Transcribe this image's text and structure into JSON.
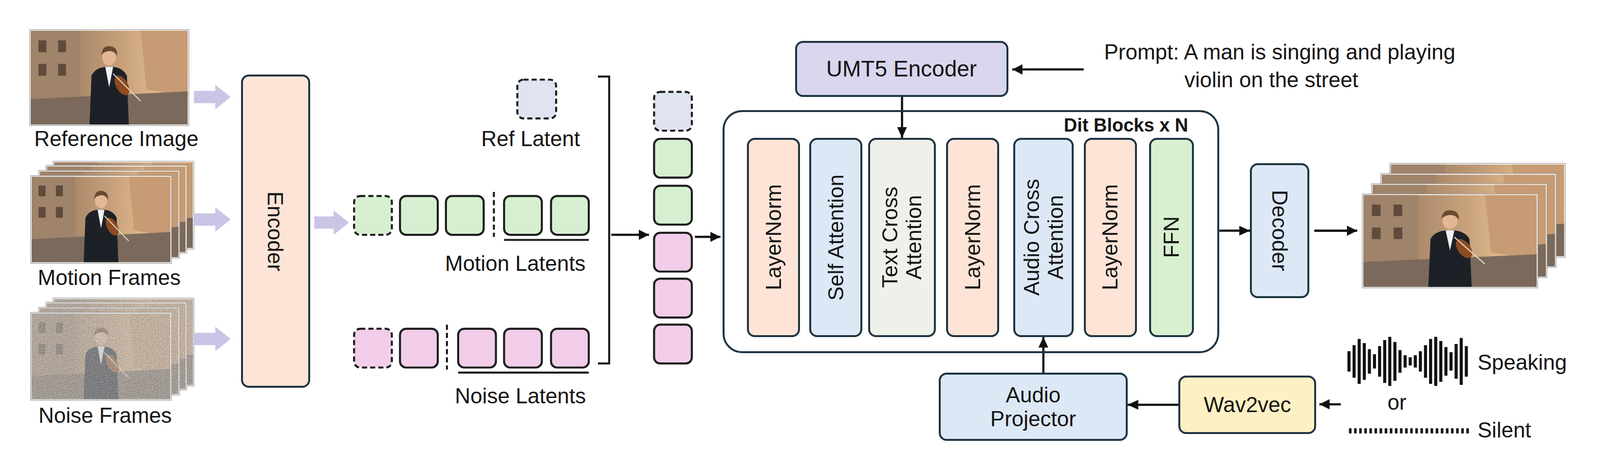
{
  "diagram": {
    "nodes": [
      {
        "text": [
          "Encoder"
        ]
      },
      {
        "text": [
          "UMT5 Encoder"
        ]
      },
      {
        "text": [
          "Dit Blocks x N"
        ]
      },
      {
        "text": [
          "LayerNorm"
        ],
        "in": 2
      },
      {
        "text": [
          "Self Attention"
        ],
        "in": 2
      },
      {
        "text": [
          "Text Cross Attention"
        ],
        "in": 2
      },
      {
        "text": [
          "LayerNorm"
        ],
        "in": 2
      },
      {
        "text": [
          "Audio Cross Attention"
        ],
        "in": 2
      },
      {
        "text": [
          "LayerNorm"
        ],
        "in": 2
      },
      {
        "text": [
          "FFN"
        ],
        "in": 2
      },
      {
        "text": [
          "Decoder"
        ]
      },
      {
        "text": [
          "Audio Projector"
        ]
      },
      {
        "text": [
          "Wav2vec"
        ]
      }
    ],
    "edges": [
      {
        "from": 1,
        "to": 5,
        "arrow": "to"
      },
      {
        "from": 2,
        "to": 10,
        "arrow": "to"
      },
      {
        "from": 12,
        "to": 11,
        "arrow": "to"
      },
      {
        "from": 11,
        "to": 7,
        "arrow": "to"
      }
    ],
    "labels": [
      "Reference Image",
      "Motion Frames",
      "Noise Frames",
      "Ref Latent",
      "Motion Latents",
      "Noise Latents",
      "Prompt: A man is singing and playing violin on the street",
      "Speaking",
      "or",
      "Silent"
    ]
  }
}
